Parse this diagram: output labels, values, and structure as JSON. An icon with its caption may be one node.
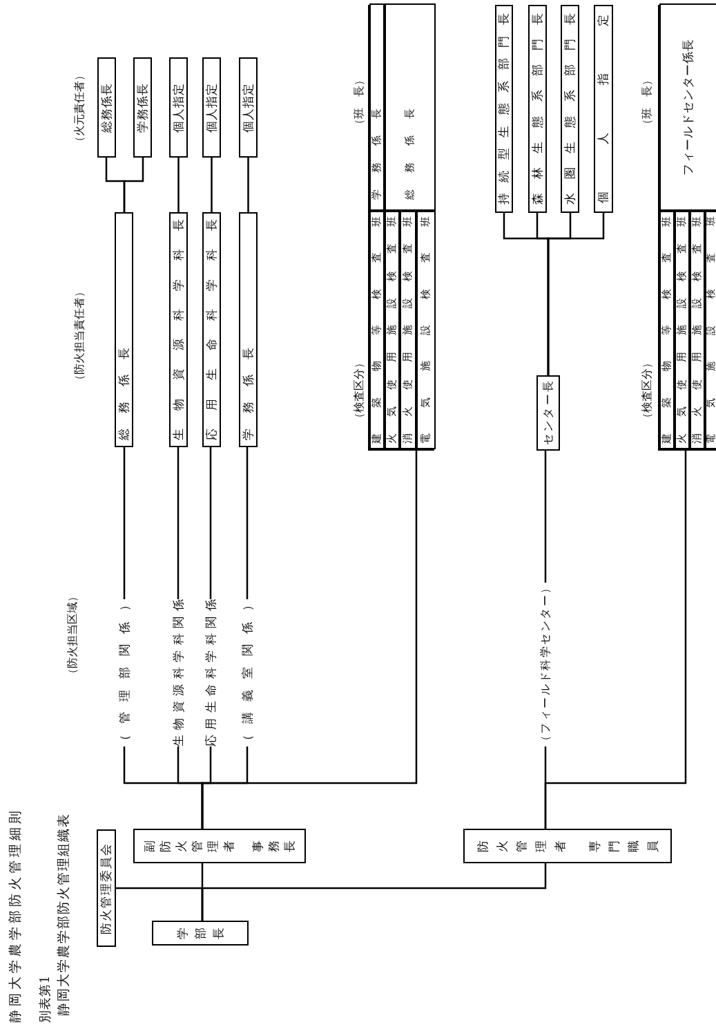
{
  "diagram": {
    "title": "静岡大学農学部防火管理細則",
    "nodes": [
      {
        "text": [
          "学部長"
        ]
      },
      {
        "text": [
          "防火管理委員会"
        ]
      },
      {
        "text": [
          "副防火管理者",
          "事務長"
        ]
      },
      {
        "text": [
          "（管理部関係）"
        ]
      },
      {
        "text": [
          "生物資源科学科関係"
        ]
      },
      {
        "text": [
          "応用生命科学科関係"
        ]
      },
      {
        "text": [
          "（講義室関係）"
        ]
      },
      {
        "text": [
          "総務係長"
        ]
      },
      {
        "text": [
          "生物資源科学科長"
        ]
      },
      {
        "text": [
          "応用生命科学科長"
        ]
      },
      {
        "text": [
          "学務係長"
        ]
      },
      {
        "text": [
          "総務係長"
        ]
      },
      {
        "text": [
          "学務係長"
        ]
      },
      {
        "text": [
          "個人指定"
        ]
      },
      {
        "text": [
          "個人指定"
        ]
      },
      {
        "text": [
          "個人指定"
        ]
      },
      {
        "text": [],
        "shape": "box"
      },
      {
        "text": [
          "建築物等検査班"
        ],
        "in": 16
      },
      {
        "text": [
          "火気使用施設検査班"
        ],
        "in": 16
      },
      {
        "text": [
          "消火使用施設検査班"
        ],
        "in": 16
      },
      {
        "text": [
          "電気施設検査班"
        ],
        "in": 16
      },
      {
        "text": [
          "学務係長"
        ],
        "in": 16
      },
      {
        "text": [
          "総務係長"
        ],
        "in": 16
      },
      {
        "text": [
          "防火管理者",
          "専門職員"
        ]
      },
      {
        "text": [
          "（フィールド科学センター）"
        ]
      },
      {
        "text": [
          "センター長"
        ]
      },
      {
        "text": [
          "持続型生態系部門長"
        ]
      },
      {
        "text": [
          "森林生態系部門長"
        ]
      },
      {
        "text": [
          "水圏生態系部門長"
        ]
      },
      {
        "text": [
          "個人指定"
        ]
      },
      {
        "text": [],
        "shape": "box"
      },
      {
        "text": [
          "建築物等検査班"
        ],
        "in": 30
      },
      {
        "text": [
          "火気使用施設検査班"
        ],
        "in": 30
      },
      {
        "text": [
          "消火使用施設検査班"
        ],
        "in": 30
      },
      {
        "text": [
          "電気施設検査班"
        ],
        "in": 30
      },
      {
        "text": [
          "フィールドセンター係長"
        ],
        "in": 30
      }
    ],
    "edges": [
      {
        "from": 0,
        "to": 1,
        "arrow": "none"
      },
      {
        "from": 0,
        "to": 2,
        "arrow": "none"
      },
      {
        "from": 0,
        "to": 23,
        "arrow": "none"
      },
      {
        "from": 2,
        "to": 3,
        "arrow": "none"
      },
      {
        "from": 2,
        "to": 4,
        "arrow": "none"
      },
      {
        "from": 2,
        "to": 5,
        "arrow": "none"
      },
      {
        "from": 2,
        "to": 6,
        "arrow": "none"
      },
      {
        "from": 2,
        "to": 16,
        "arrow": "none"
      },
      {
        "from": 3,
        "to": 7,
        "arrow": "none"
      },
      {
        "from": 4,
        "to": 8,
        "arrow": "none"
      },
      {
        "from": 5,
        "to": 9,
        "arrow": "none"
      },
      {
        "from": 6,
        "to": 10,
        "arrow": "none"
      },
      {
        "from": 7,
        "to": 11,
        "arrow": "none"
      },
      {
        "from": 7,
        "to": 12,
        "arrow": "none"
      },
      {
        "from": 8,
        "to": 13,
        "arrow": "none"
      },
      {
        "from": 9,
        "to": 14,
        "arrow": "none"
      },
      {
        "from": 10,
        "to": 15,
        "arrow": "none"
      },
      {
        "from": 23,
        "to": 24,
        "arrow": "none"
      },
      {
        "from": 23,
        "to": 30,
        "arrow": "none"
      },
      {
        "from": 24,
        "to": 25,
        "arrow": "none"
      },
      {
        "from": 25,
        "to": 26,
        "arrow": "none"
      },
      {
        "from": 25,
        "to": 27,
        "arrow": "none"
      },
      {
        "from": 25,
        "to": 28,
        "arrow": "none"
      },
      {
        "from": 25,
        "to": 29,
        "arrow": "none"
      }
    ],
    "labels": [
      "別表第1",
      "静岡大学農学部防火管理組織表",
      "（防火担当区域）",
      "（防火担当責任者）",
      "（火元責任者）",
      "（検査区分）",
      "（班　長）",
      "（検査区分）",
      "（班　長）"
    ]
  }
}
